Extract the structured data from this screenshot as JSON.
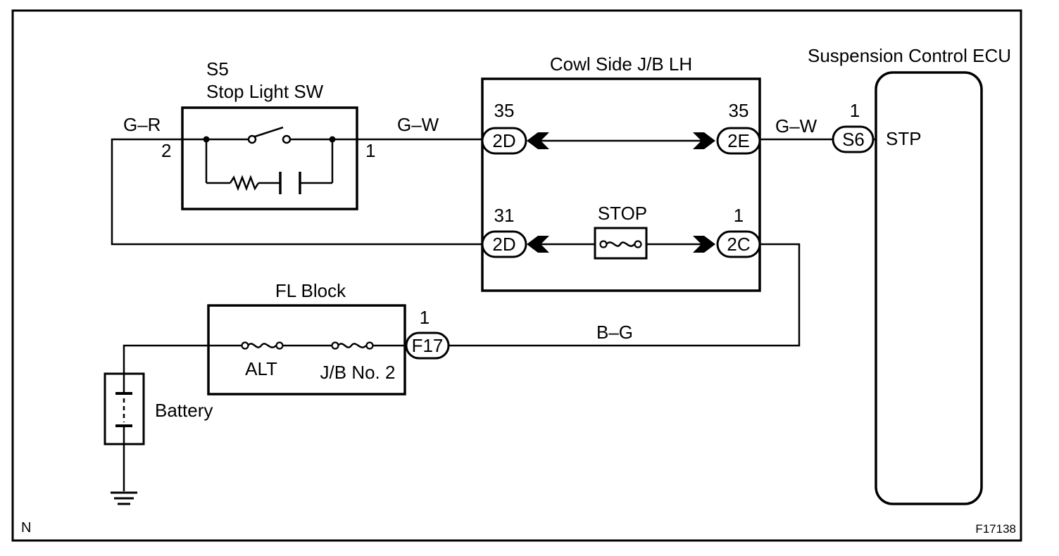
{
  "components": {
    "stop_light_sw": {
      "code": "S5",
      "name": "Stop Light SW",
      "pin_left": "2",
      "pin_right": "1"
    },
    "cowl_jb": {
      "name": "Cowl Side J/B LH",
      "conn_top_left": {
        "pin": "35",
        "label": "2D"
      },
      "conn_top_right": {
        "pin": "35",
        "label": "2E"
      },
      "conn_bot_left": {
        "pin": "31",
        "label": "2D"
      },
      "conn_bot_right": {
        "pin": "1",
        "label": "2C"
      },
      "fuse_label": "STOP"
    },
    "ecu": {
      "name": "Suspension Control ECU",
      "conn_label": "S6",
      "conn_pin": "1",
      "terminal": "STP"
    },
    "fl_block": {
      "name": "FL Block",
      "fuse1": "ALT",
      "fuse2": "J/B No. 2",
      "conn_label": "F17",
      "conn_pin": "1"
    },
    "battery": {
      "name": "Battery"
    }
  },
  "wires": {
    "gr": "G–R",
    "gw1": "G–W",
    "gw2": "G–W",
    "bg": "B–G"
  },
  "footer": {
    "corner_left": "N",
    "figure_id": "F17138"
  }
}
